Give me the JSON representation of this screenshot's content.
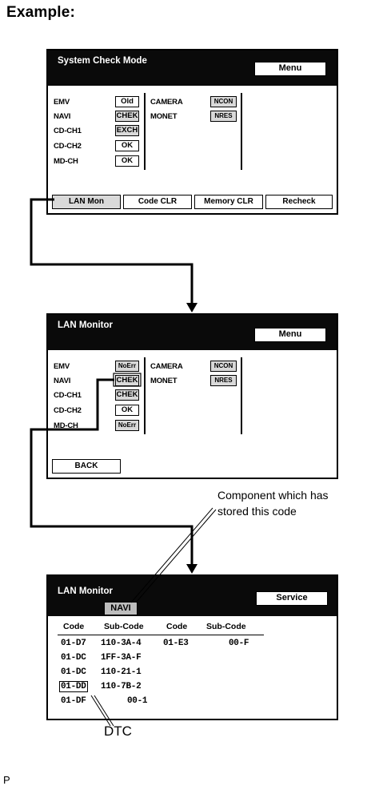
{
  "heading": "Example:",
  "screen1": {
    "title": "System Check Mode",
    "menu_label": "Menu",
    "rows": [
      {
        "name": "EMV",
        "status": "Old"
      },
      {
        "name": "NAVI",
        "status": "CHEK"
      },
      {
        "name": "CD-CH1",
        "status": "EXCH"
      },
      {
        "name": "CD-CH2",
        "status": "OK"
      },
      {
        "name": "MD-CH",
        "status": "OK"
      }
    ],
    "rows_right": [
      {
        "name": "CAMERA",
        "status": "NCON"
      },
      {
        "name": "MONET",
        "status": "NRES"
      }
    ],
    "buttons": [
      "LAN Mon",
      "Code CLR",
      "Memory CLR",
      "Recheck"
    ]
  },
  "screen2": {
    "title": "LAN Monitor",
    "menu_label": "Menu",
    "rows": [
      {
        "name": "EMV",
        "status": "NoErr"
      },
      {
        "name": "NAVI",
        "status": "CHEK"
      },
      {
        "name": "CD-CH1",
        "status": "CHEK"
      },
      {
        "name": "CD-CH2",
        "status": "OK"
      },
      {
        "name": "MD-CH",
        "status": "NoErr"
      }
    ],
    "rows_right": [
      {
        "name": "CAMERA",
        "status": "NCON"
      },
      {
        "name": "MONET",
        "status": "NRES"
      }
    ],
    "back_label": "BACK"
  },
  "screen3": {
    "title": "LAN Monitor",
    "component_tag": "NAVI",
    "service_label": "Service",
    "headers": [
      "Code",
      "Sub-Code",
      "Code",
      "Sub-Code"
    ],
    "rows": [
      {
        "code": "01-D7",
        "sub": "110-3A-4",
        "code2": "01-E3",
        "sub2": "00-F"
      },
      {
        "code": "01-DC",
        "sub": "1FF-3A-F",
        "code2": "",
        "sub2": ""
      },
      {
        "code": "01-DC",
        "sub": "110-21-1",
        "code2": "",
        "sub2": ""
      },
      {
        "code": "01-DD",
        "sub": "110-7B-2",
        "code2": "",
        "sub2": ""
      },
      {
        "code": "01-DF",
        "sub": "00-1",
        "code2": "",
        "sub2": ""
      }
    ]
  },
  "annotations": {
    "component_line1": "Component which has",
    "component_line2": "stored this code",
    "dtc": "DTC"
  },
  "footer_code": "P"
}
